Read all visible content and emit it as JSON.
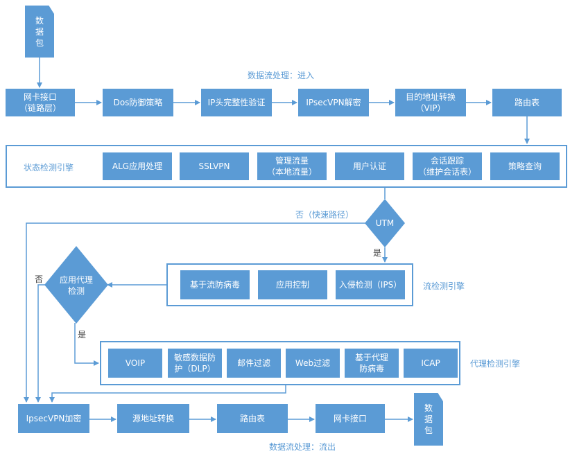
{
  "packet_in": "数\n据\n包",
  "packet_out": "数\n据\n包",
  "inbound_title": "数据流处理：进入",
  "outbound_title": "数据流处理：流出",
  "inbound_steps": [
    "网卡接口\n（链路层）",
    "Dos防御策略",
    "IP头完整性验证",
    "IPsecVPN解密",
    "目的地址转换\n（VIP）",
    "路由表"
  ],
  "state_engine": {
    "label": "状态检测引擎",
    "items": [
      "ALG应用处理",
      "SSLVPN",
      "管理流量\n（本地流量）",
      "用户认证",
      "会话跟踪\n（维护会话表）",
      "策略查询"
    ]
  },
  "utm": {
    "label": "UTM",
    "no_label": "否（快速路径）",
    "yes_label": "是"
  },
  "proxy_decision": {
    "label": "应用代理\n检测",
    "no_label": "否",
    "yes_label": "是"
  },
  "flow_engine": {
    "label": "流检测引擎",
    "items": [
      "基于流防病毒",
      "应用控制",
      "入侵检测（IPS）"
    ]
  },
  "proxy_engine": {
    "label": "代理检测引擎",
    "items": [
      "VOIP",
      "敏感数据防\n护（DLP）",
      "邮件过滤",
      "Web过滤",
      "基于代理\n防病毒",
      "ICAP"
    ]
  },
  "outbound_steps": [
    "IpsecVPN加密",
    "源地址转换",
    "路由表",
    "网卡接口"
  ],
  "colors": {
    "box": "#5b9bd5",
    "frame": "#5b9bd5",
    "text_label": "#5b9bd5",
    "line": "#5b9bd5"
  }
}
